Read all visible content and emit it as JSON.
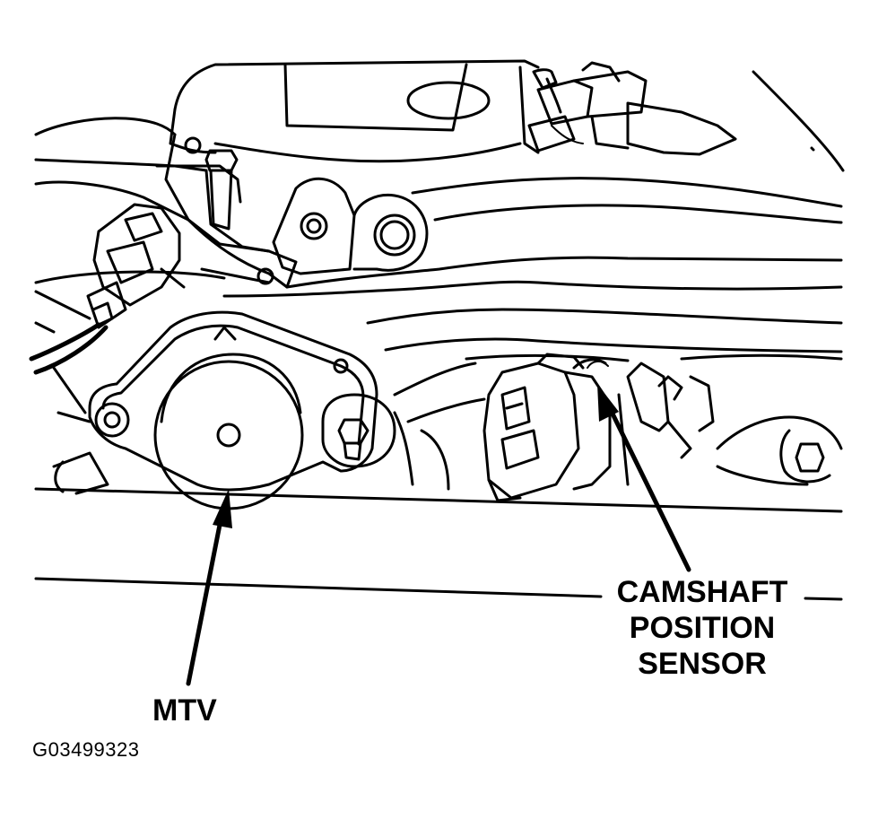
{
  "figure": {
    "id": "G03499323",
    "callouts": {
      "camshaft_position_sensor": [
        "CAMSHAFT",
        "POSITION",
        "SENSOR"
      ],
      "mtv": "MTV"
    }
  }
}
